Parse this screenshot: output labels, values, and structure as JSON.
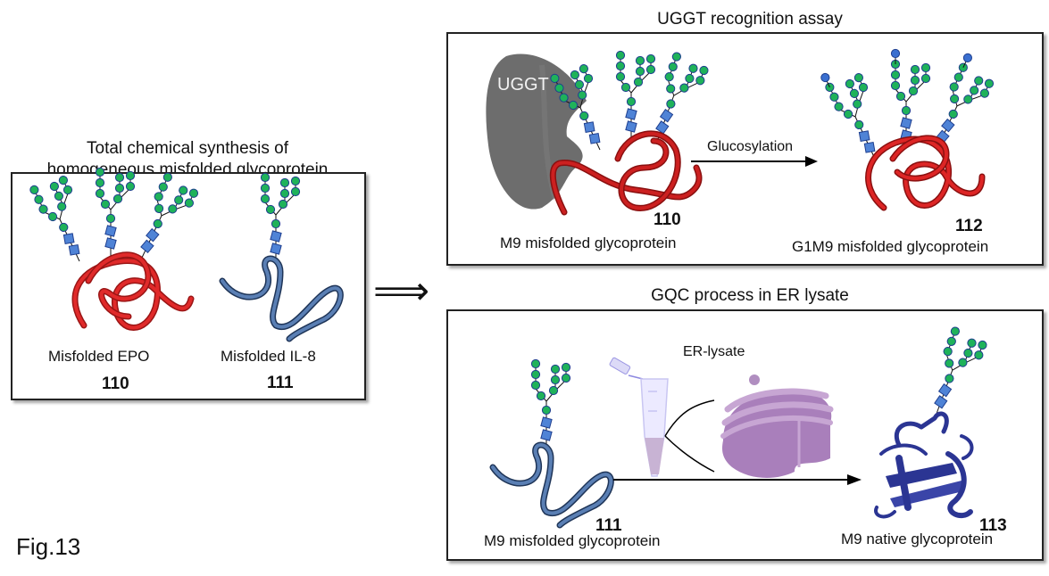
{
  "figure_label": "Fig.13",
  "colors": {
    "mannose": "#1fb25a",
    "glucose": "#3a6fd0",
    "glcnac": "#4f83d6",
    "glycan_outline": "#1f3f8f",
    "misfolded_epo": "#cc1f1f",
    "misfolded_il8": "#3d5e8e",
    "native_protein": "#2b3593",
    "uggt": "#6f6f6f",
    "er": "#b08ec0",
    "tube": "#c9c6f2"
  },
  "left_panel": {
    "heading_line1": "Total chemical synthesis of",
    "heading_line2": "homogeneous misfolded glycoprotein",
    "items": [
      {
        "name": "Misfolded EPO",
        "number": "110",
        "glycans": 3
      },
      {
        "name": "Misfolded IL-8",
        "number": "111",
        "glycans": 1
      }
    ]
  },
  "implies_arrow": "⟹",
  "uggt_panel": {
    "heading": "UGGT recognition assay",
    "enzyme_label": "UGGT",
    "arrow_label": "Glucosylation",
    "substrate": {
      "name": "M9 misfolded glycoprotein",
      "number": "110"
    },
    "product": {
      "name": "G1M9 misfolded glycoprotein",
      "number": "112"
    }
  },
  "gqc_panel": {
    "heading": "GQC process in ER lysate",
    "reagent_label": "ER-lysate",
    "substrate": {
      "name": "M9 misfolded glycoprotein",
      "number": "111"
    },
    "product": {
      "name": "M9 native glycoprotein",
      "number": "113"
    }
  }
}
